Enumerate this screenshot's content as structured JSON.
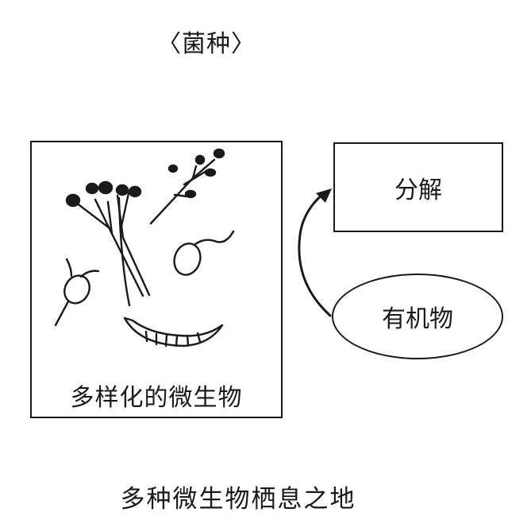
{
  "title": "〈菌种〉",
  "microbes": {
    "label": "多样化的微生物"
  },
  "decompose": {
    "label": "分解"
  },
  "organic": {
    "label": "有机物"
  },
  "caption": "多种微生物栖息之地"
}
